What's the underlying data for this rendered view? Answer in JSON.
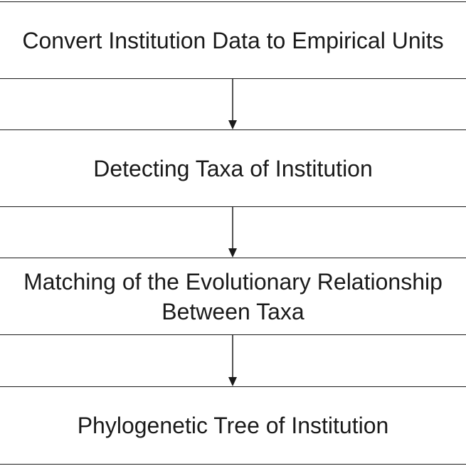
{
  "diagram": {
    "steps": [
      {
        "label": "Convert Institution Data to Empirical Units"
      },
      {
        "label": "Detecting Taxa of Institution"
      },
      {
        "label": "Matching of the Evolutionary Relationship\nBetween Taxa"
      },
      {
        "label": "Phylogenetic Tree of Institution"
      }
    ],
    "colors": {
      "stroke": "#1a1a1a",
      "background": "#ffffff"
    }
  }
}
